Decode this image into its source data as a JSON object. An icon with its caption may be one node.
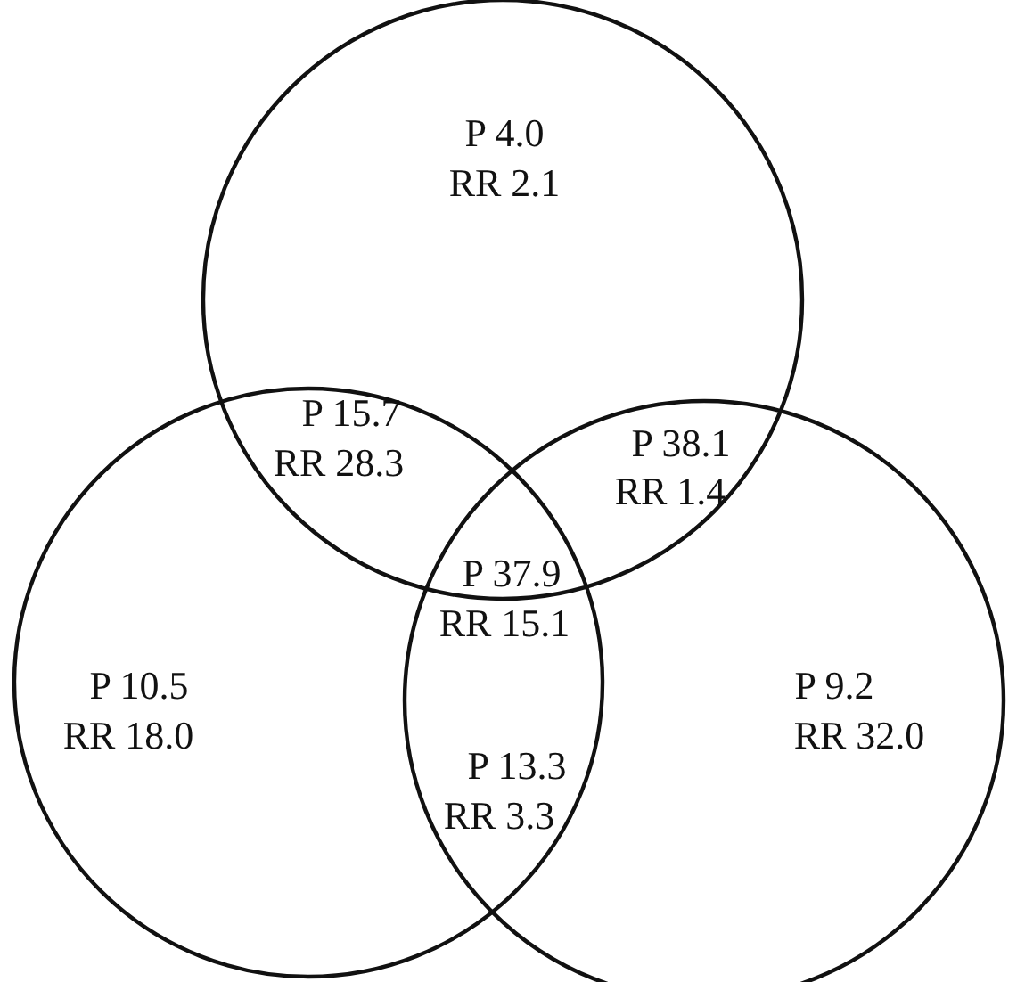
{
  "diagram": {
    "nodes": [
      {
        "text": [],
        "shape": "circle"
      },
      {
        "text": [],
        "shape": "circle"
      },
      {
        "text": [],
        "shape": "circle"
      }
    ],
    "labels": [
      "P 4.0",
      "RR 2.1",
      "P 15.7",
      "RR 28.3",
      "P 38.1",
      "RR 1.4",
      "P 37.9",
      "RR 15.1",
      "P 10.5",
      "RR 18.0",
      "P 9.2",
      "RR 32.0",
      "P 13.3",
      "RR 3.3"
    ]
  }
}
